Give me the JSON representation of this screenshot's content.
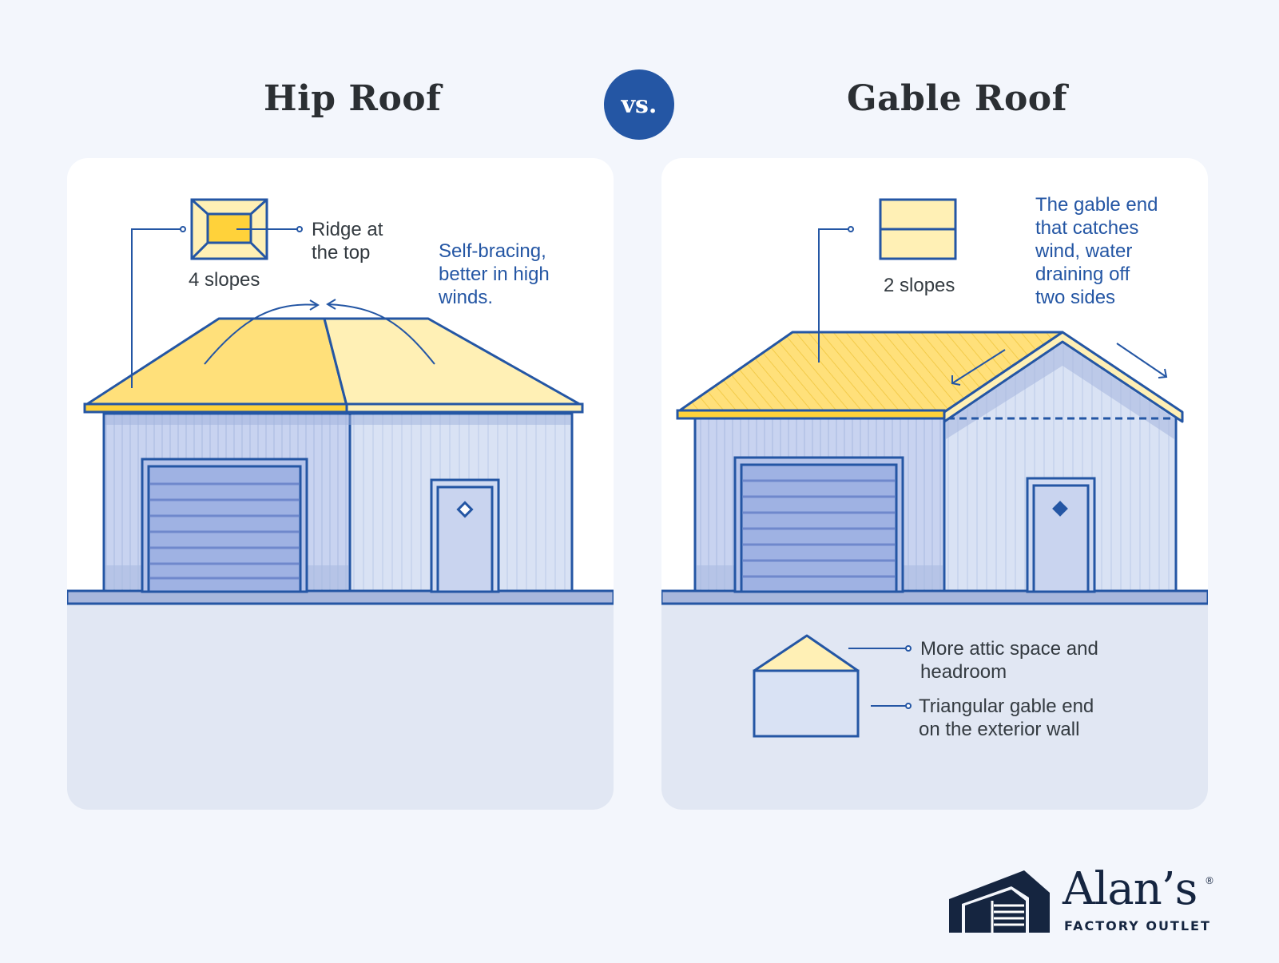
{
  "titles": {
    "left": "Hip Roof",
    "vs": "vs.",
    "right": "Gable Roof"
  },
  "hip": {
    "slopes_label": "4 slopes",
    "ridge_label_line1": "Ridge at",
    "ridge_label_line2": "the top",
    "note_line1": "Self-bracing,",
    "note_line2": "better in high",
    "note_line3": "winds."
  },
  "gable": {
    "slopes_label": "2 slopes",
    "note_line1": "The gable end",
    "note_line2": "that catches",
    "note_line3": "wind, water",
    "note_line4": "draining off",
    "note_line5": "two sides",
    "attic_line1": "More attic space and",
    "attic_line2": "headroom",
    "end_line1": "Triangular gable end",
    "end_line2": "on the exterior wall"
  },
  "brand": {
    "name": "Alan’s",
    "registered": "®",
    "subtitle": "FACTORY OUTLET"
  },
  "colors": {
    "background": "#f3f6fc",
    "accent_blue": "#2456a4",
    "roof_yellow": "#ffe07a",
    "roof_light": "#fff0b5",
    "wall_blue": "#c8d3f0",
    "wall_light": "#d9e2f4",
    "ground": "#e1e7f3",
    "logo_navy": "#152540"
  }
}
